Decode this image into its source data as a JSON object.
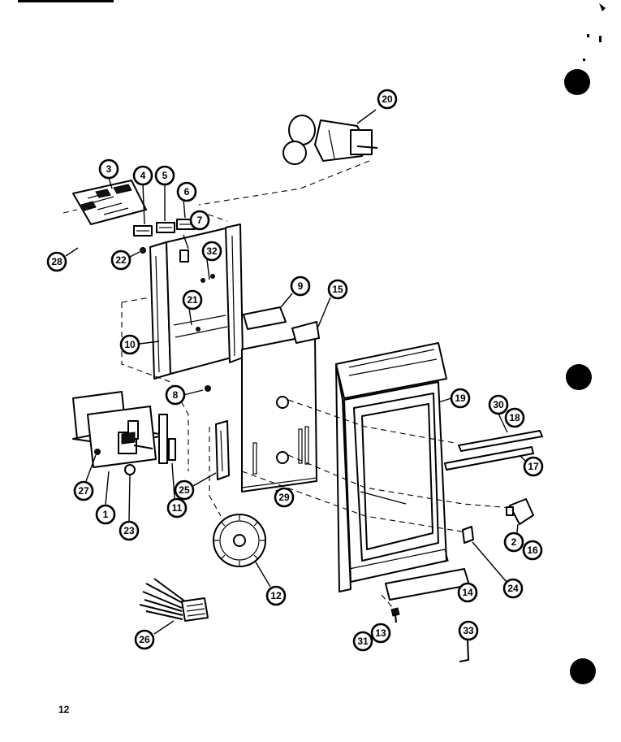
{
  "page": {
    "number": "12"
  },
  "callouts": [
    {
      "id": "c20",
      "label": "20"
    },
    {
      "id": "c3",
      "label": "3"
    },
    {
      "id": "c4",
      "label": "4"
    },
    {
      "id": "c5",
      "label": "5"
    },
    {
      "id": "c6",
      "label": "6"
    },
    {
      "id": "c7",
      "label": "7"
    },
    {
      "id": "c28",
      "label": "28"
    },
    {
      "id": "c22",
      "label": "22"
    },
    {
      "id": "c32",
      "label": "32"
    },
    {
      "id": "c9",
      "label": "9"
    },
    {
      "id": "c15",
      "label": "15"
    },
    {
      "id": "c21",
      "label": "21"
    },
    {
      "id": "c10",
      "label": "10"
    },
    {
      "id": "c8",
      "label": "8"
    },
    {
      "id": "c19",
      "label": "19"
    },
    {
      "id": "c30",
      "label": "30"
    },
    {
      "id": "c18",
      "label": "18"
    },
    {
      "id": "c17",
      "label": "17"
    },
    {
      "id": "c27",
      "label": "27"
    },
    {
      "id": "c25",
      "label": "25"
    },
    {
      "id": "c29",
      "label": "29"
    },
    {
      "id": "c1",
      "label": "1"
    },
    {
      "id": "c11",
      "label": "11"
    },
    {
      "id": "c23",
      "label": "23"
    },
    {
      "id": "c2",
      "label": "2"
    },
    {
      "id": "c16",
      "label": "16"
    },
    {
      "id": "c24",
      "label": "24"
    },
    {
      "id": "c12",
      "label": "12"
    },
    {
      "id": "c14",
      "label": "14"
    },
    {
      "id": "c26",
      "label": "26"
    },
    {
      "id": "c13",
      "label": "13"
    },
    {
      "id": "c31",
      "label": "31"
    },
    {
      "id": "c33",
      "label": "33"
    }
  ]
}
